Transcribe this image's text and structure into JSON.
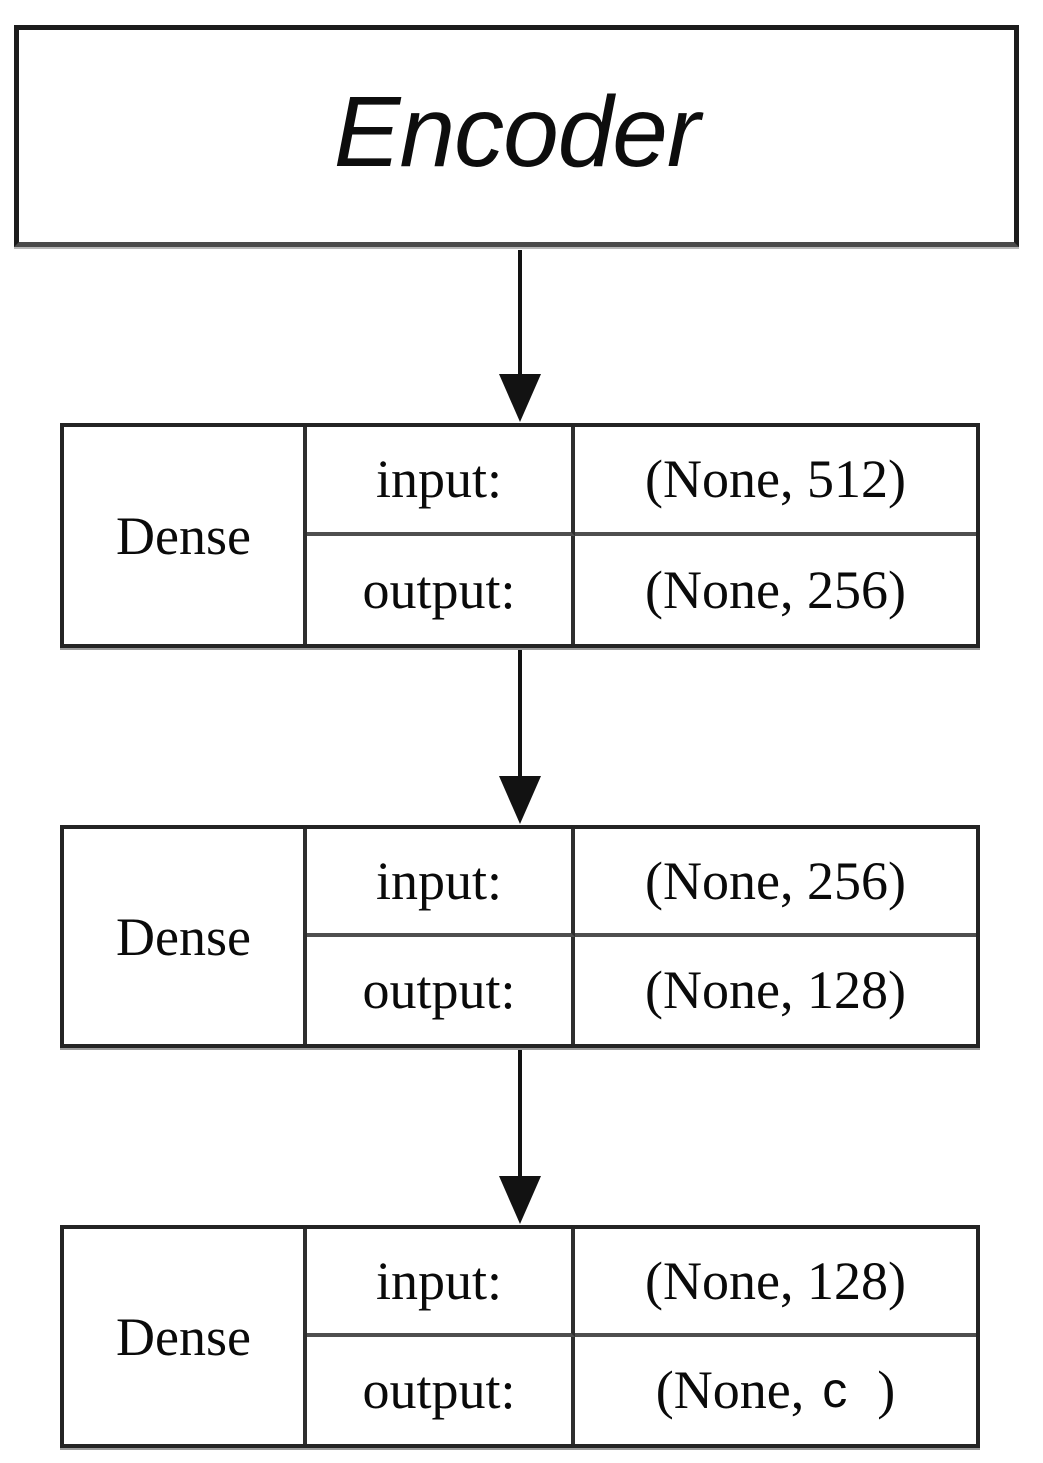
{
  "diagram": {
    "title": "Encoder",
    "layers": [
      {
        "name": "Dense",
        "input_label": "input:",
        "output_label": "output:",
        "input_shape": "(None, 512)",
        "output_shape": "(None, 256)"
      },
      {
        "name": "Dense",
        "input_label": "input:",
        "output_label": "output:",
        "input_shape": "(None, 256)",
        "output_shape": "(None, 128)"
      },
      {
        "name": "Dense",
        "input_label": "input:",
        "output_label": "output:",
        "input_shape": "(None, 128)",
        "output_shape_parts": {
          "prefix": "(None,",
          "variable": "c",
          "suffix": ")"
        }
      }
    ],
    "colors": {
      "background": "#ffffff",
      "box_border": "#1c1c1c",
      "table_border": "#242424",
      "row_divider": "#4f4f4f",
      "text": "#0a0a0a",
      "arrow": "#121212"
    }
  }
}
